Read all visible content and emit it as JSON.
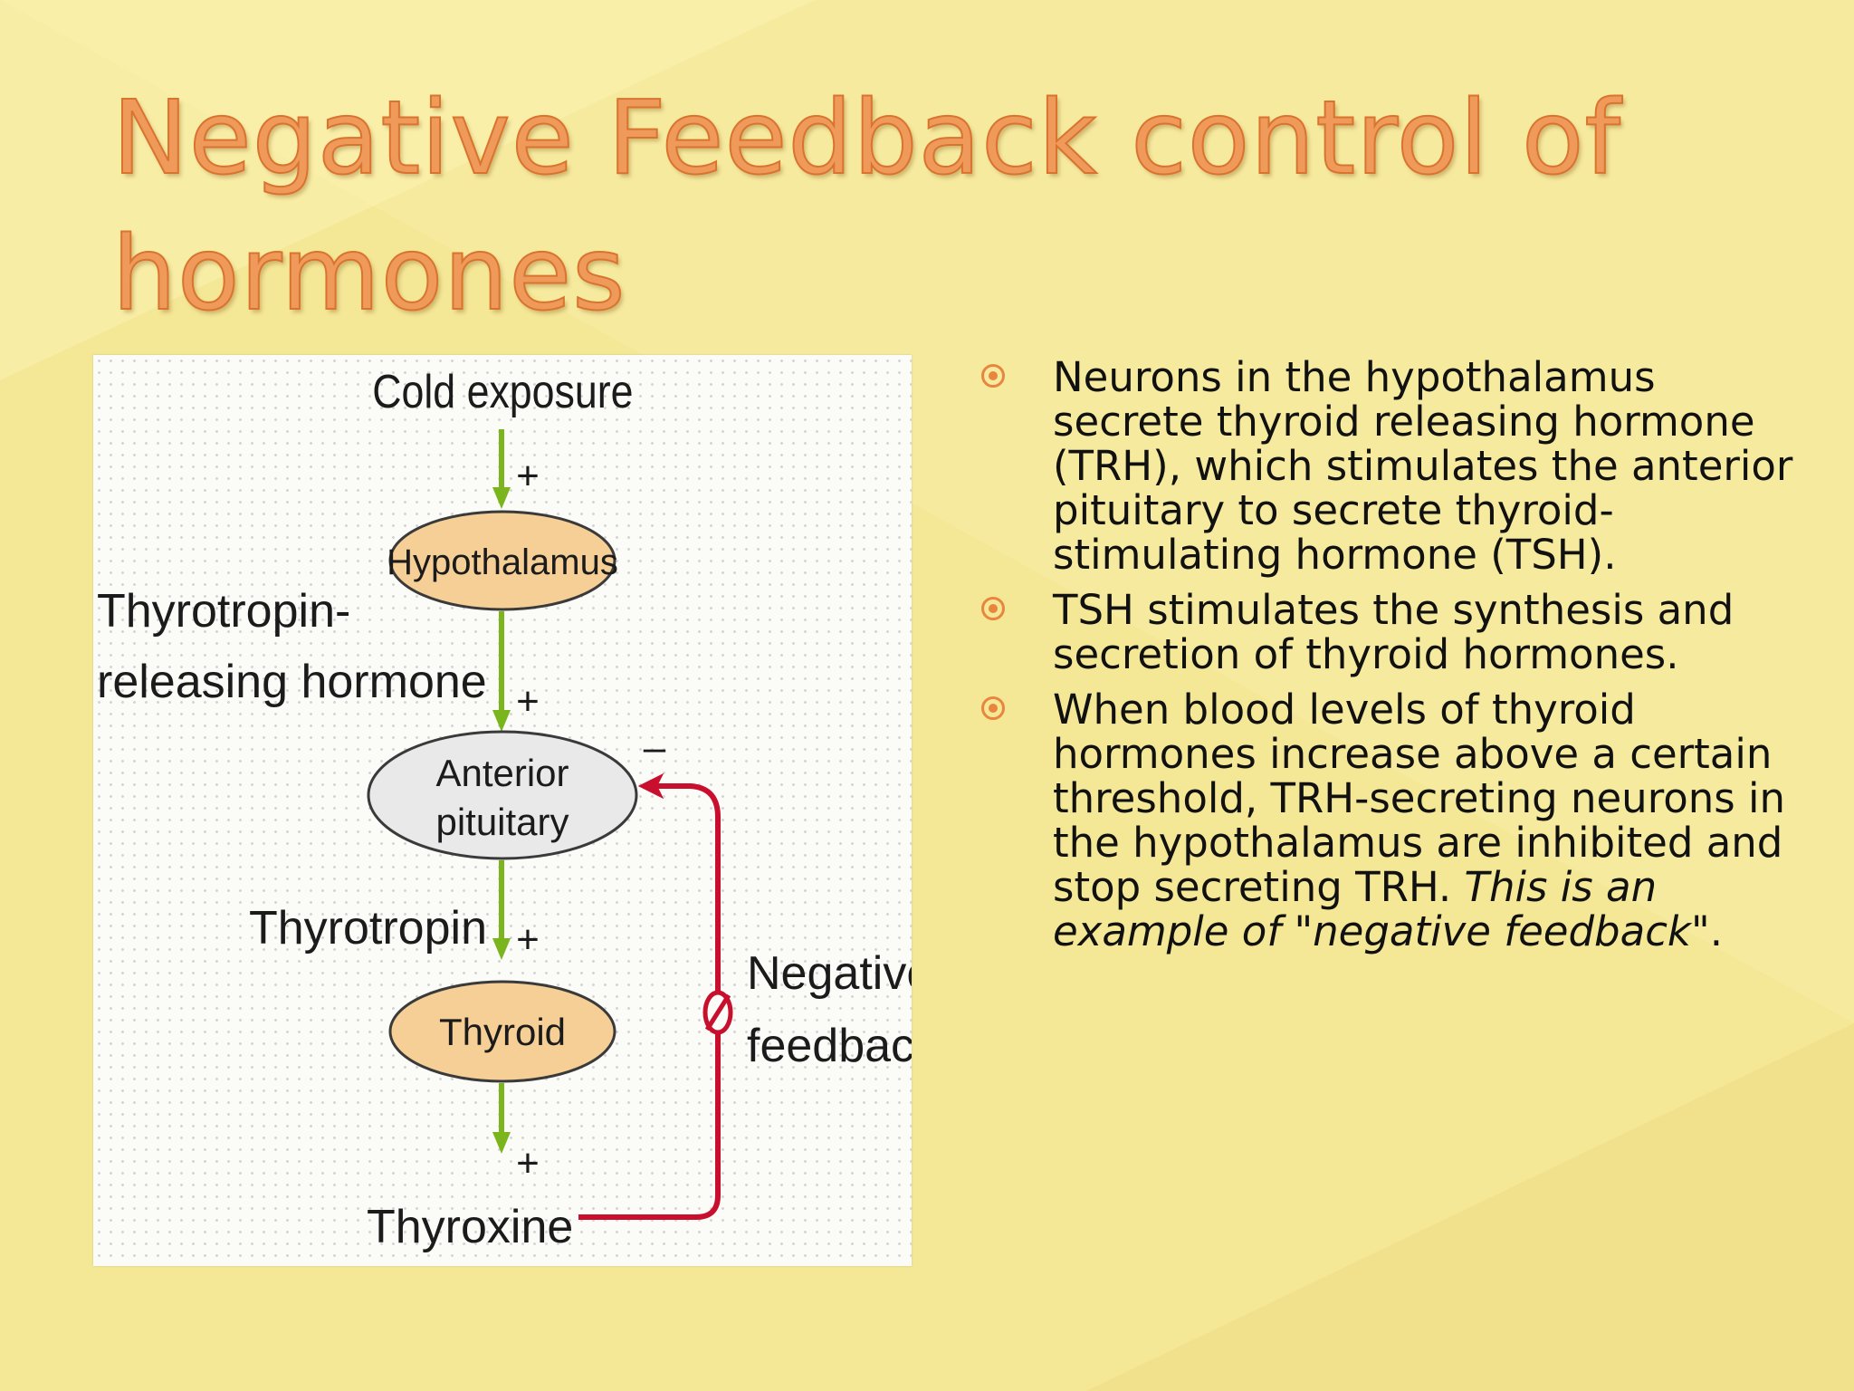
{
  "slide": {
    "title": "Negative Feedback control of hormones",
    "accent_color": "#ef9a5a"
  },
  "diagram": {
    "stimulus": "Cold exposure",
    "hypothalamus": "Hypothalamus",
    "trh_line1": "Thyrotropin-",
    "trh_line2": "releasing hormone",
    "pituitary_line1": "Anterior",
    "pituitary_line2": "pituitary",
    "tsh": "Thyrotropin",
    "thyroid": "Thyroid",
    "output": "Thyroxine",
    "feedback_line1": "Negative",
    "feedback_line2": "feedback",
    "plus": "+",
    "minus": "–",
    "stimulate_color": "#7ab51d",
    "inhibit_color": "#c8102e"
  },
  "bullets": [
    {
      "text": "Neurons in the hypothalamus secrete thyroid releasing hormone (TRH), which stimulates  the anterior pituitary to secrete thyroid-stimulating hormone (TSH)."
    },
    {
      "text": "TSH stimulates the  synthesis and secretion of thyroid hormones."
    },
    {
      "text": "When blood levels of thyroid hormones increase above a certain threshold, TRH-secreting neurons in the hypothalamus are inhibited and stop secreting TRH. ",
      "italic": "This is an example of \"negative feedback",
      "suffix": "\"."
    }
  ]
}
